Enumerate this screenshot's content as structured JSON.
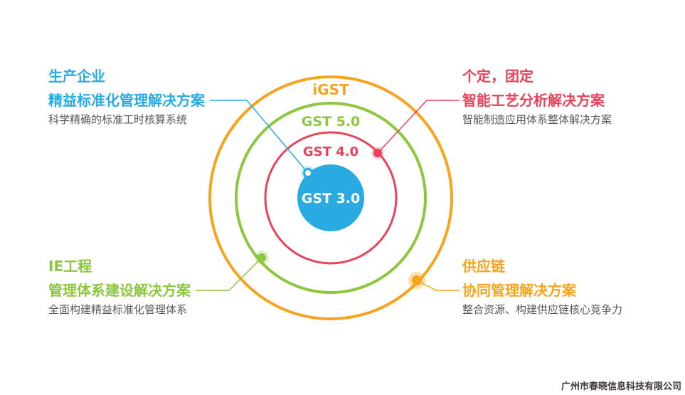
{
  "rings": [
    {
      "id": "igst",
      "label": "iGST",
      "color": "#F7A41D"
    },
    {
      "id": "gst5",
      "label": "GST 5.0",
      "color": "#8DC63F"
    },
    {
      "id": "gst4",
      "label": "GST 4.0",
      "color": "#E8435A"
    },
    {
      "id": "gst3",
      "label": "GST 3.0",
      "color": "#29ABE2",
      "text_color": "#FFFFFF"
    }
  ],
  "callouts": {
    "top_left": {
      "title": "生产企业",
      "subtitle": "精益标准化管理解决方案",
      "description": "科学精确的标准工时核算系统",
      "color": "#29ABE2"
    },
    "top_right": {
      "title": "个定，团定",
      "subtitle": "智能工艺分析解决方案",
      "description": "智能制造应用体系整体解决方案",
      "color": "#E8435A"
    },
    "bottom_left": {
      "title": "IE工程",
      "subtitle": "管理体系建设解决方案",
      "description": "全面构建精益标准化管理体系",
      "color": "#8DC63F"
    },
    "bottom_right": {
      "title": "供应链",
      "subtitle": "协同管理解决方案",
      "description": "整合资源、构建供应链核心竞争力",
      "color": "#F7A41D"
    }
  },
  "footer": {
    "company": "广州市春晓信息科技有限公司"
  }
}
